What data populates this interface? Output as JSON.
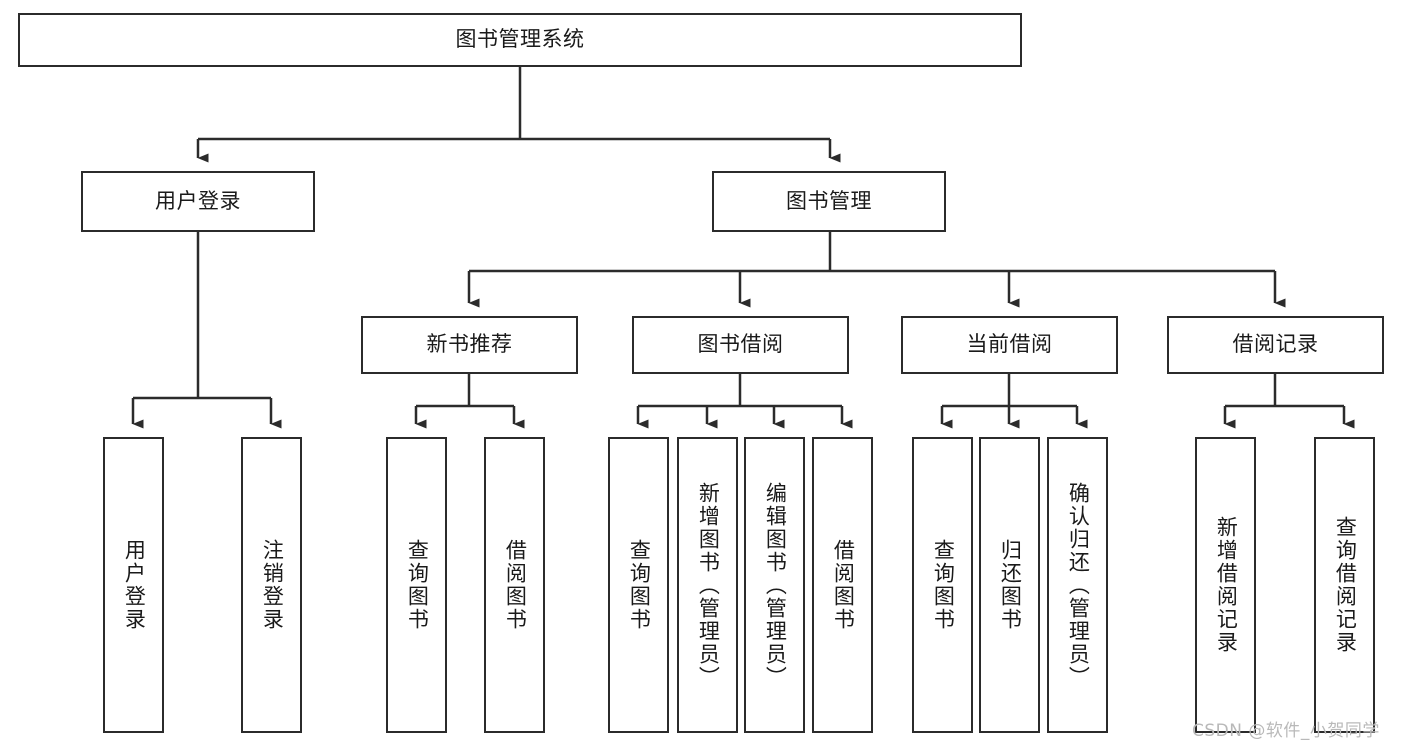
{
  "diagram": {
    "title": "图书管理系统",
    "type": "tree-hierarchy-chart",
    "orientation": "top-down",
    "style": {
      "box_border_color": "#2b2b2b",
      "box_fill_color": "#ffffff",
      "connector_color": "#2b2b2b",
      "text_color": "#1a1a1a",
      "background": "#ffffff"
    },
    "root": {
      "label": "图书管理系统"
    },
    "level2": [
      {
        "label": "用户登录"
      },
      {
        "label": "图书管理"
      }
    ],
    "level3": [
      {
        "label": "新书推荐"
      },
      {
        "label": "图书借阅"
      },
      {
        "label": "当前借阅"
      },
      {
        "label": "借阅记录"
      }
    ],
    "leaves": {
      "user_login": [
        {
          "label": "用户登录"
        },
        {
          "label": "注销登录"
        }
      ],
      "new_book_recommend": [
        {
          "label": "查询图书"
        },
        {
          "label": "借阅图书"
        }
      ],
      "book_borrow": [
        {
          "label": "查询图书"
        },
        {
          "label": "新增图书（管理员）"
        },
        {
          "label": "编辑图书（管理员）"
        },
        {
          "label": "借阅图书"
        }
      ],
      "current_borrow": [
        {
          "label": "查询图书"
        },
        {
          "label": "归还图书"
        },
        {
          "label": "确认归还（管理员）"
        }
      ],
      "borrow_record": [
        {
          "label": "新增借阅记录"
        },
        {
          "label": "查询借阅记录"
        }
      ]
    }
  },
  "watermark": {
    "text": "CSDN @软件_小贺同学"
  }
}
